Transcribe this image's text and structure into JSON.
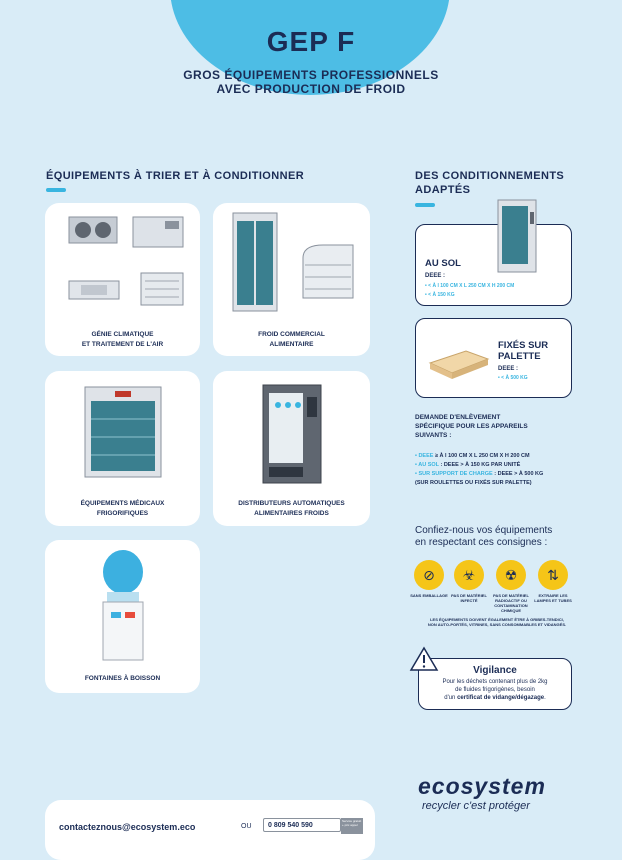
{
  "header": {
    "title": "GEP F",
    "subtitle_line1": "GROS ÉQUIPEMENTS PROFESSIONNELS",
    "subtitle_line2": "AVEC PRODUCTION DE FROID"
  },
  "left_section": {
    "heading": "ÉQUIPEMENTS À TRIER ET À CONDITIONNER",
    "cards": [
      {
        "line1": "GÉNIE CLIMATIQUE",
        "line2": "ET TRAITEMENT DE L'AIR"
      },
      {
        "line1": "FROID COMMERCIAL",
        "line2": "ALIMENTAIRE"
      },
      {
        "line1": "ÉQUIPEMENTS MÉDICAUX",
        "line2": "FRIGORIFIQUES"
      },
      {
        "line1": "DISTRIBUTEURS AUTOMATIQUES",
        "line2": "ALIMENTAIRES FROIDS"
      },
      {
        "line1": "FONTAINES À BOISSON",
        "line2": ""
      }
    ]
  },
  "right_section": {
    "heading_line1": "DES CONDITIONNEMENTS",
    "heading_line2": "ADAPTÉS",
    "au_sol": {
      "title": "AU SOL",
      "deee": "DEEE :",
      "item1": "• < À l 100 CM X L 250 CM X H 200 CM",
      "item2": "• < À 150 KG"
    },
    "palette": {
      "title_line1": "FIXÉS SUR",
      "title_line2": "PALETTE",
      "deee": "DEEE :",
      "item1": "• < À 500 KG"
    },
    "demande": {
      "line1": "DEMANDE D'ENLÈVEMENT",
      "line2": "SPÉCIFIQUE POUR LES APPAREILS",
      "line3": "SUIVANTS :",
      "item1_key": "• DEEE",
      "item1_val": " ≥ À l 100 CM X L 250 CM X H 200 CM",
      "item2_key": "• AU SOL",
      "item2_val": " : DEEE > À 150 KG PAR UNITÉ",
      "item3_key": "• SUR SUPPORT DE CHARGE",
      "item3_val": " : DEEE > À 500 KG",
      "item3_note": "(SUR ROULETTES OU FIXÉS SUR PALETTE)"
    },
    "consignes": {
      "intro_line1": "Confiez-nous vos équipements",
      "intro_line2": "en respectant ces consignes :",
      "items": [
        {
          "icon": "no-packaging-icon",
          "label": "SANS EMBALLAGE"
        },
        {
          "icon": "no-infected-material-icon",
          "label": "PAS DE MATÉRIEL INFECTÉ"
        },
        {
          "icon": "no-radioactive-icon",
          "label": "PAS DE MATÉRIEL RADIOACTIF OU CONTAMINATION CHIMIQUE"
        },
        {
          "icon": "remove-lamps-icon",
          "label": "EXTRAIRE LES LAMPES ET TUBES"
        }
      ],
      "footnote_line1": "LES ÉQUIPEMENTS DOIVENT ÉGALEMENT ÊTRE À GRIBES-TENDICI,",
      "footnote_line2": "NON AUTO-PORTÉS, VITRINES, SANS CONSOMMABLES ET VIDANGÉS."
    },
    "vigilance": {
      "title": "Vigilance",
      "line1": "Pour les déchets contenant plus de 2kg",
      "line2": "de fluides frigorigènes, besoin",
      "line3_pre": "d'un ",
      "line3_bold": "certificat de vidange/dégazage",
      "line3_post": "."
    }
  },
  "footer": {
    "email": "contacteznous@ecosystem.eco",
    "ou": "OU",
    "phone": "0 809 540 590",
    "phone_note": "Service gratuit + prix appel",
    "logo": "ecosystem",
    "slogan": "recycler c'est protéger"
  }
}
